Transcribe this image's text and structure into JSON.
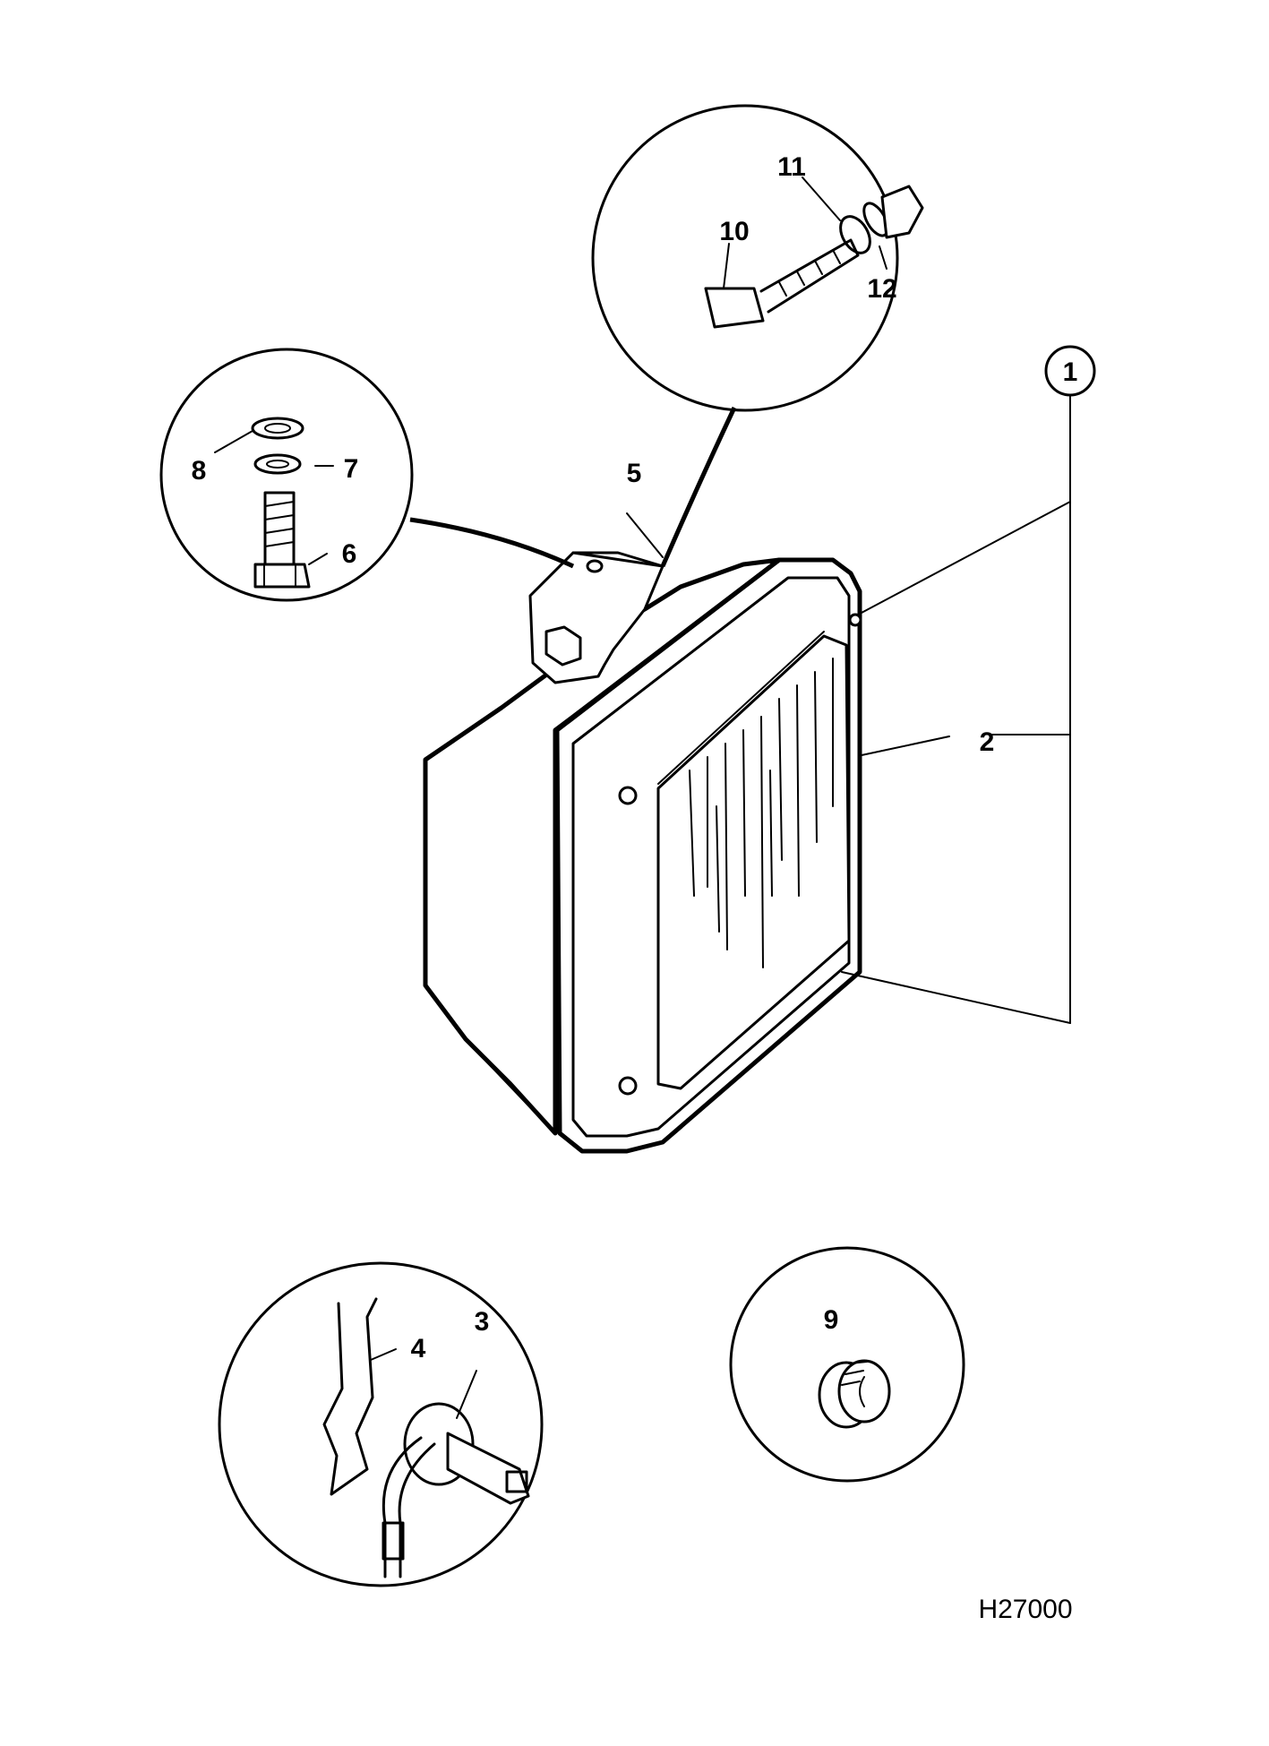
{
  "callouts": {
    "c1": "1",
    "c2": "2",
    "c3": "3",
    "c4": "4",
    "c5": "5",
    "c6": "6",
    "c7": "7",
    "c8": "8",
    "c9": "9",
    "c10": "10",
    "c11": "11",
    "c12": "12"
  },
  "drawing_reference": "H27000"
}
